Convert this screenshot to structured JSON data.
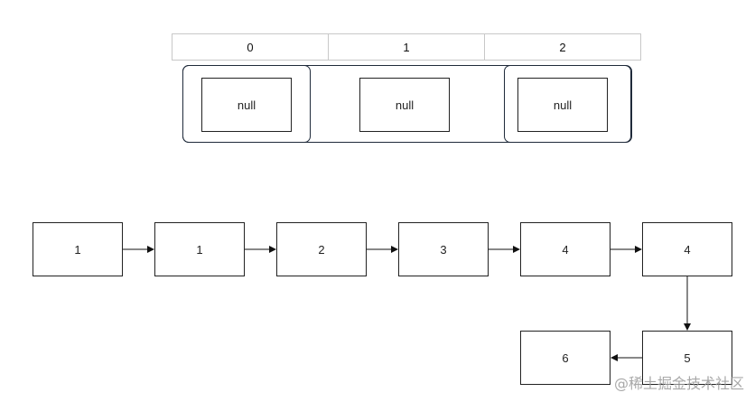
{
  "hash_table": {
    "indices": [
      "0",
      "1",
      "2"
    ],
    "buckets": [
      "null",
      "null",
      "null"
    ]
  },
  "linked_list": {
    "nodes": [
      "1",
      "1",
      "2",
      "3",
      "4",
      "4",
      "5",
      "6"
    ]
  },
  "watermark": "@稀土掘金技术社区"
}
